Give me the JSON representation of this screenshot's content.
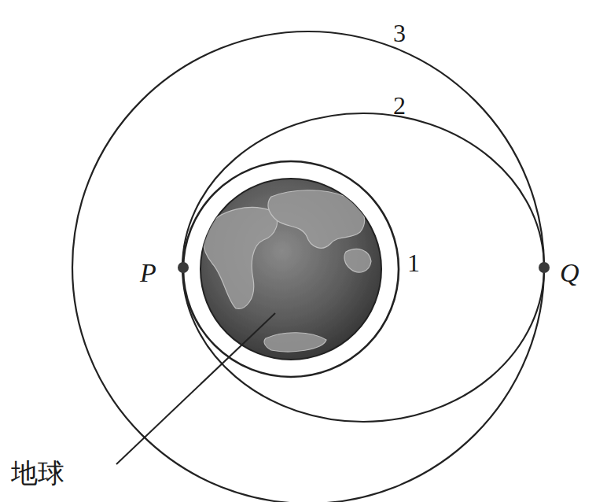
{
  "diagram": {
    "labels": [
      "3",
      "2",
      "1",
      "P",
      "Q",
      "地球"
    ]
  }
}
